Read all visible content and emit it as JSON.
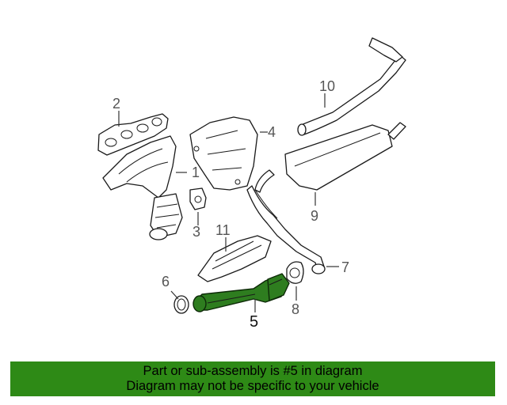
{
  "diagram": {
    "callouts": [
      "1",
      "2",
      "3",
      "4",
      "5",
      "6",
      "7",
      "8",
      "9",
      "10",
      "11"
    ],
    "highlighted_part": "5",
    "highlight_color": "#2e7d1f"
  },
  "banner": {
    "line1": "Part or sub-assembly is #5 in diagram",
    "line2": "Diagram may not be specific to your vehicle",
    "background": "#2e8a16"
  }
}
